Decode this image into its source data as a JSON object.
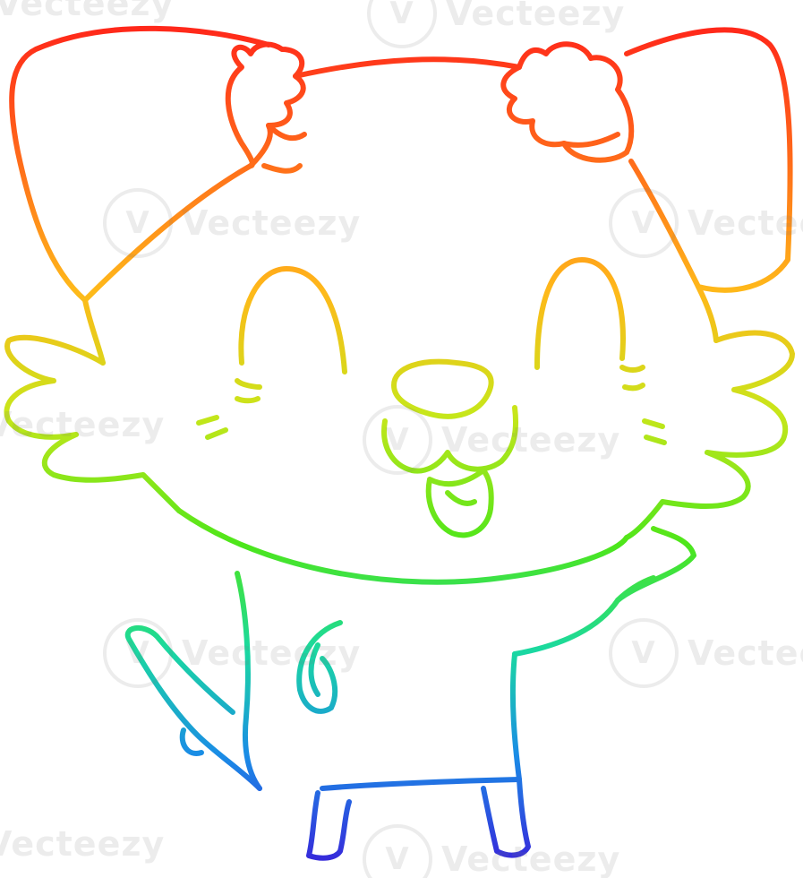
{
  "image": {
    "subject": "Cartoon laughing dog with rainbow gradient outline",
    "gradient_colors": [
      "#ff1a1a",
      "#ff8c1a",
      "#ffd21a",
      "#7fe61a",
      "#1ad9b0",
      "#1a73e6",
      "#3b1ad9"
    ]
  },
  "watermark": {
    "text": "Vecteezy",
    "badge": "V"
  }
}
